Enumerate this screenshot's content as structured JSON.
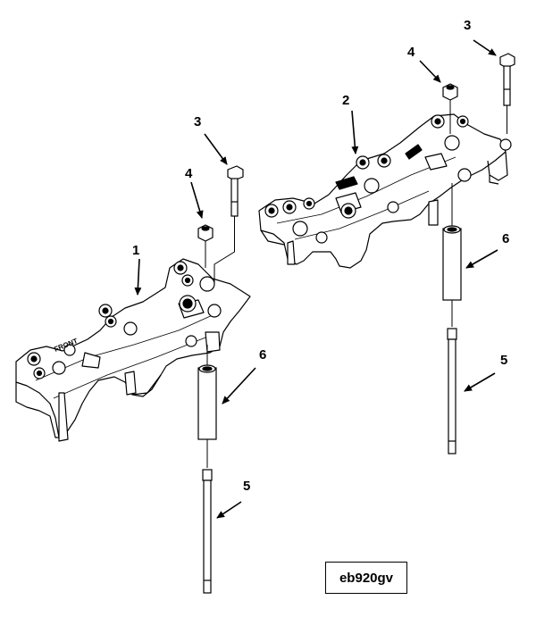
{
  "figure_id": "eb920gv",
  "callouts": {
    "left": {
      "housing": "1",
      "bolt": "3",
      "nut": "4",
      "sleeve": "6",
      "stud": "5"
    },
    "right": {
      "housing": "2",
      "bolt": "3",
      "nut": "4",
      "sleeve": "6",
      "stud": "5"
    }
  },
  "markings": {
    "front": "FRONT"
  }
}
